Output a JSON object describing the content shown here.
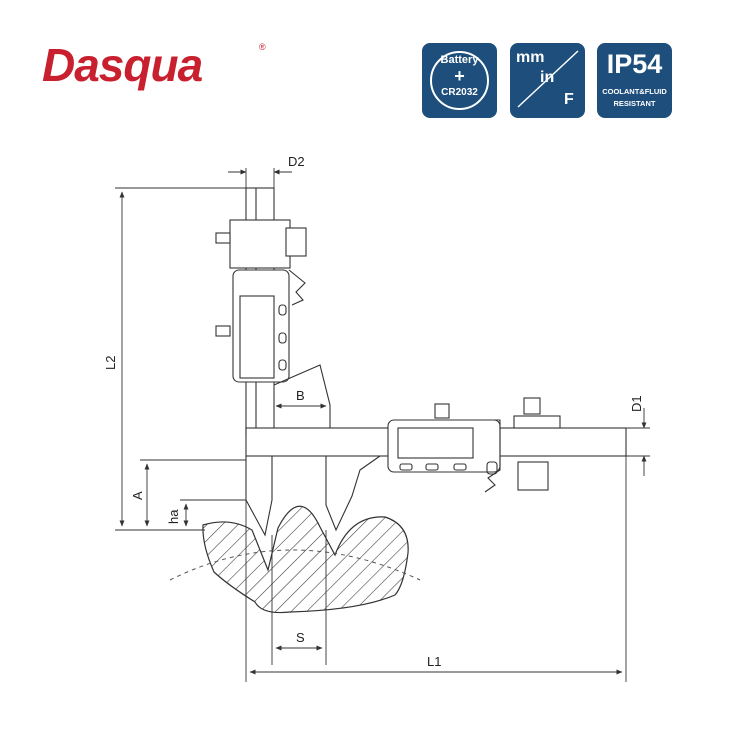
{
  "brand": {
    "name": "Dasqua",
    "registered": "®"
  },
  "badges": {
    "battery": {
      "line1": "Battery",
      "plus": "+",
      "line2": "CR2032"
    },
    "units": {
      "mm": "mm",
      "in": "in",
      "f": "F"
    },
    "ip": {
      "rating": "IP54",
      "line1": "COOLANT&FLUID",
      "line2": "RESISTANT"
    }
  },
  "dimensions": {
    "d2": "D2",
    "l2": "L2",
    "b": "B",
    "d1": "D1",
    "a": "A",
    "ha": "ha",
    "s": "S",
    "l1": "L1"
  },
  "colors": {
    "brand_red": "#c8202e",
    "badge_blue": "#1d4e7c",
    "line": "#333333"
  }
}
